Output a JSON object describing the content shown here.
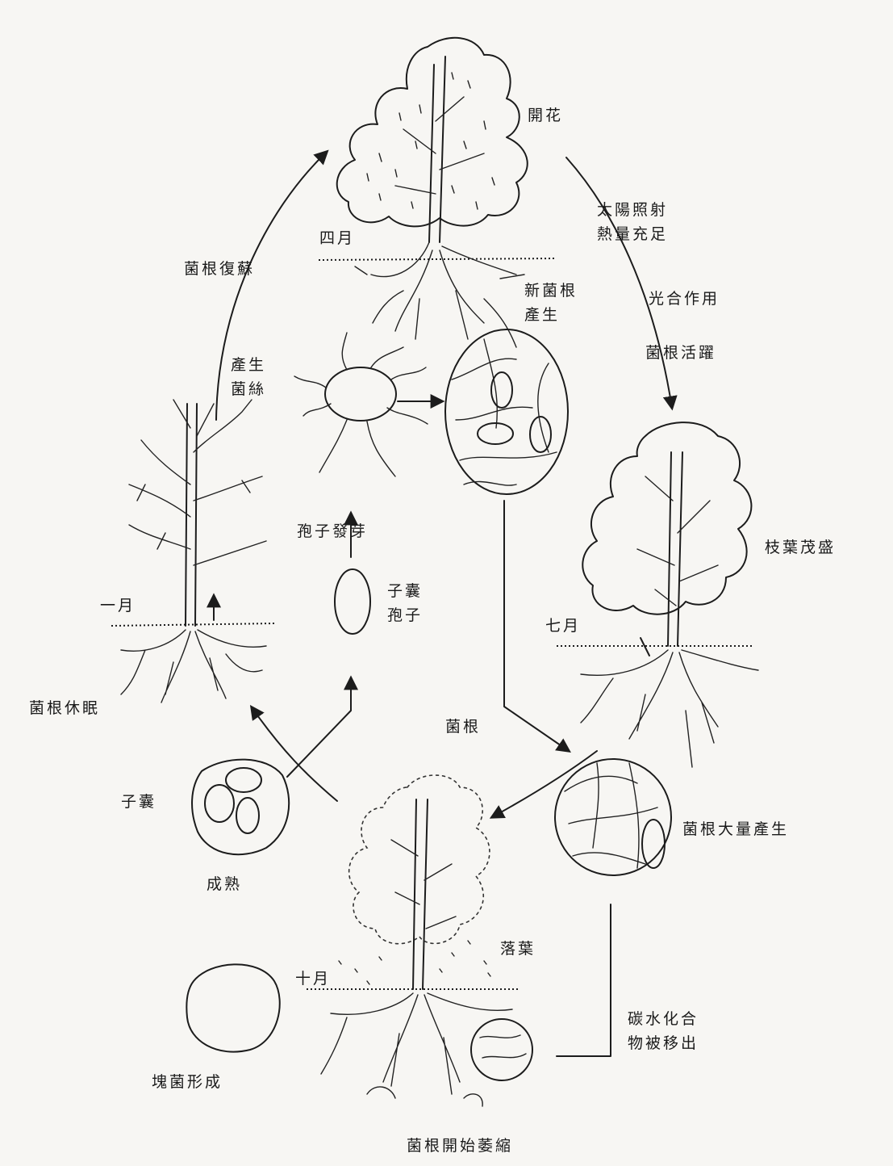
{
  "labels": {
    "kaihua": "開花",
    "sunlight": [
      "太陽照射",
      "熱量充足"
    ],
    "photosynthesis": "光合作用",
    "mycorrhiza_active": "菌根活躍",
    "april": "四月",
    "mycorrhiza_revive": "菌根復蘇",
    "new_mycorrhiza": [
      "新菌根",
      "產生"
    ],
    "hyphae": [
      "產生",
      "菌絲"
    ],
    "spore_germination": "孢子發芽",
    "ascus_spores": [
      "子囊",
      "孢子"
    ],
    "branches_leaves": "枝葉茂盛",
    "january": "一月",
    "july": "七月",
    "mycorrhiza_dormant": "菌根休眠",
    "mycorrhiza": "菌根",
    "ascus": "子囊",
    "mycorrhiza_mass": "菌根大量產生",
    "mature": "成熟",
    "leaf_fall": "落葉",
    "october": "十月",
    "carbohydrate": [
      "碳水化合",
      "物被移出"
    ],
    "truffle_form": "塊菌形成",
    "mycorrhiza_decay": "菌根開始萎縮"
  }
}
